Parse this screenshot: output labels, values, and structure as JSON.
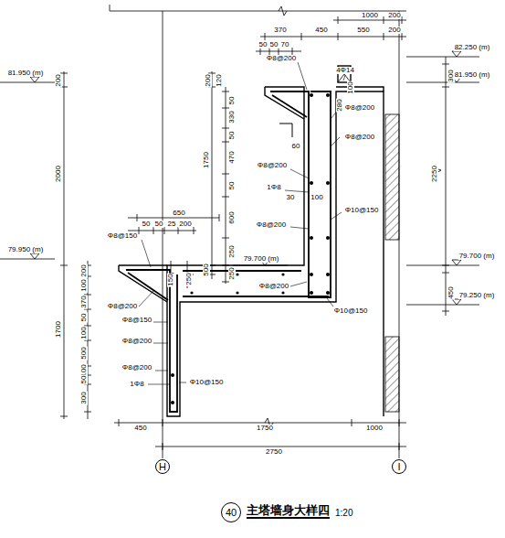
{
  "diagram": {
    "title": "主塔墙身大样四",
    "caption": "1:20",
    "nodes": [
      {
        "text": [
          "40"
        ]
      },
      {
        "text": [
          "H"
        ]
      },
      {
        "text": [
          "I"
        ]
      }
    ],
    "labels": [
      "1000",
      "200",
      "370",
      "450",
      "550",
      "200",
      "50",
      "50",
      "70",
      "Φ8@200",
      "4Φ14",
      "82.250 (m)",
      "300",
      "81.950 (m)",
      "81.950 (m)",
      "200",
      "200",
      "120",
      "100",
      "280",
      "50",
      "330",
      "Φ8@200",
      "50",
      "Φ8@200",
      "60",
      "470",
      "1750",
      "Φ8@200",
      "2000",
      "2250",
      "50",
      "1Φ8",
      "30",
      "100",
      "Φ10@150",
      "600",
      "Φ8@200",
      "650",
      "50",
      "50",
      "25",
      "200",
      "Φ8@150",
      "250",
      "79.950 (m)",
      "150",
      "250",
      "500",
      "250",
      "79.700 (m)",
      "79.700 (m)",
      "200",
      "100",
      "Φ8@200",
      "450",
      "79.250 (m)",
      "370",
      "Φ8@200",
      "Φ10@150",
      "50",
      "Φ8@150",
      "1700",
      "100",
      "Φ8@200",
      "500",
      "100",
      "Φ8@200",
      "50",
      "1Φ8",
      "Φ10@150",
      "300",
      "450",
      "1750",
      "1000",
      "2750"
    ]
  }
}
